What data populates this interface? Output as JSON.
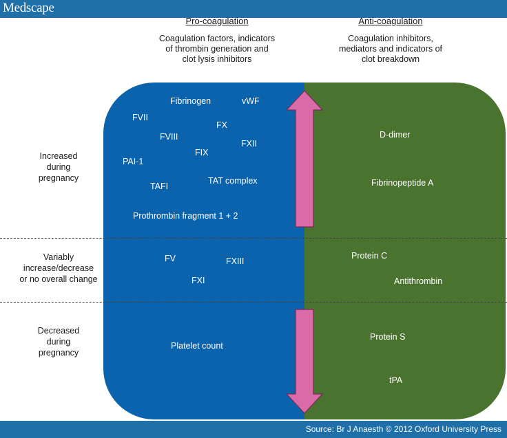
{
  "header": {
    "brand": "Medscape"
  },
  "footer": {
    "source": "Source: Br J Anaesth © 2012 Oxford University Press"
  },
  "columns": {
    "pro": {
      "title": "Pro-coagulation",
      "desc": [
        "Coagulation factors, indicators",
        "of thrombin generation and",
        "clot lysis inhibitors"
      ]
    },
    "anti": {
      "title": "Anti-coagulation",
      "desc": [
        "Coagulation inhibitors,",
        "mediators and indicators of",
        "clot breakdown"
      ]
    }
  },
  "rows": {
    "increased": [
      "Increased",
      "during",
      "pregnancy"
    ],
    "variable": [
      "Variably",
      "increase/decrease",
      "or no overall change"
    ],
    "decreased": [
      "Decreased",
      "during",
      "pregnancy"
    ]
  },
  "pro_increased": {
    "fibrinogen": "Fibrinogen",
    "vwf": "vWF",
    "fvii": "FVII",
    "fx": "FX",
    "fviii": "FVIII",
    "fxii": "FXII",
    "fix": "FIX",
    "pai1": "PAI-1",
    "tat": "TAT complex",
    "tafi": "TAFI",
    "prothrombin": "Prothrombin fragment 1 + 2"
  },
  "pro_variable": {
    "fv": "FV",
    "fxiii": "FXIII",
    "fxi": "FXI"
  },
  "pro_decreased": {
    "platelet": "Platelet count"
  },
  "anti_increased": {
    "ddimer": "D-dimer",
    "fibrinopeptide": "Fibrinopeptide A"
  },
  "anti_variable": {
    "proteinc": "Protein C",
    "antithrombin": "Antithrombin"
  },
  "anti_decreased": {
    "proteins": "Protein S",
    "tpa": "tPA"
  },
  "colors": {
    "pro": "#0b63ad",
    "anti": "#4a7330",
    "arrow": "#d96ca8",
    "bar": "#1f6fa8"
  },
  "icons": {
    "up": "up-arrow-icon",
    "down": "down-arrow-icon"
  }
}
